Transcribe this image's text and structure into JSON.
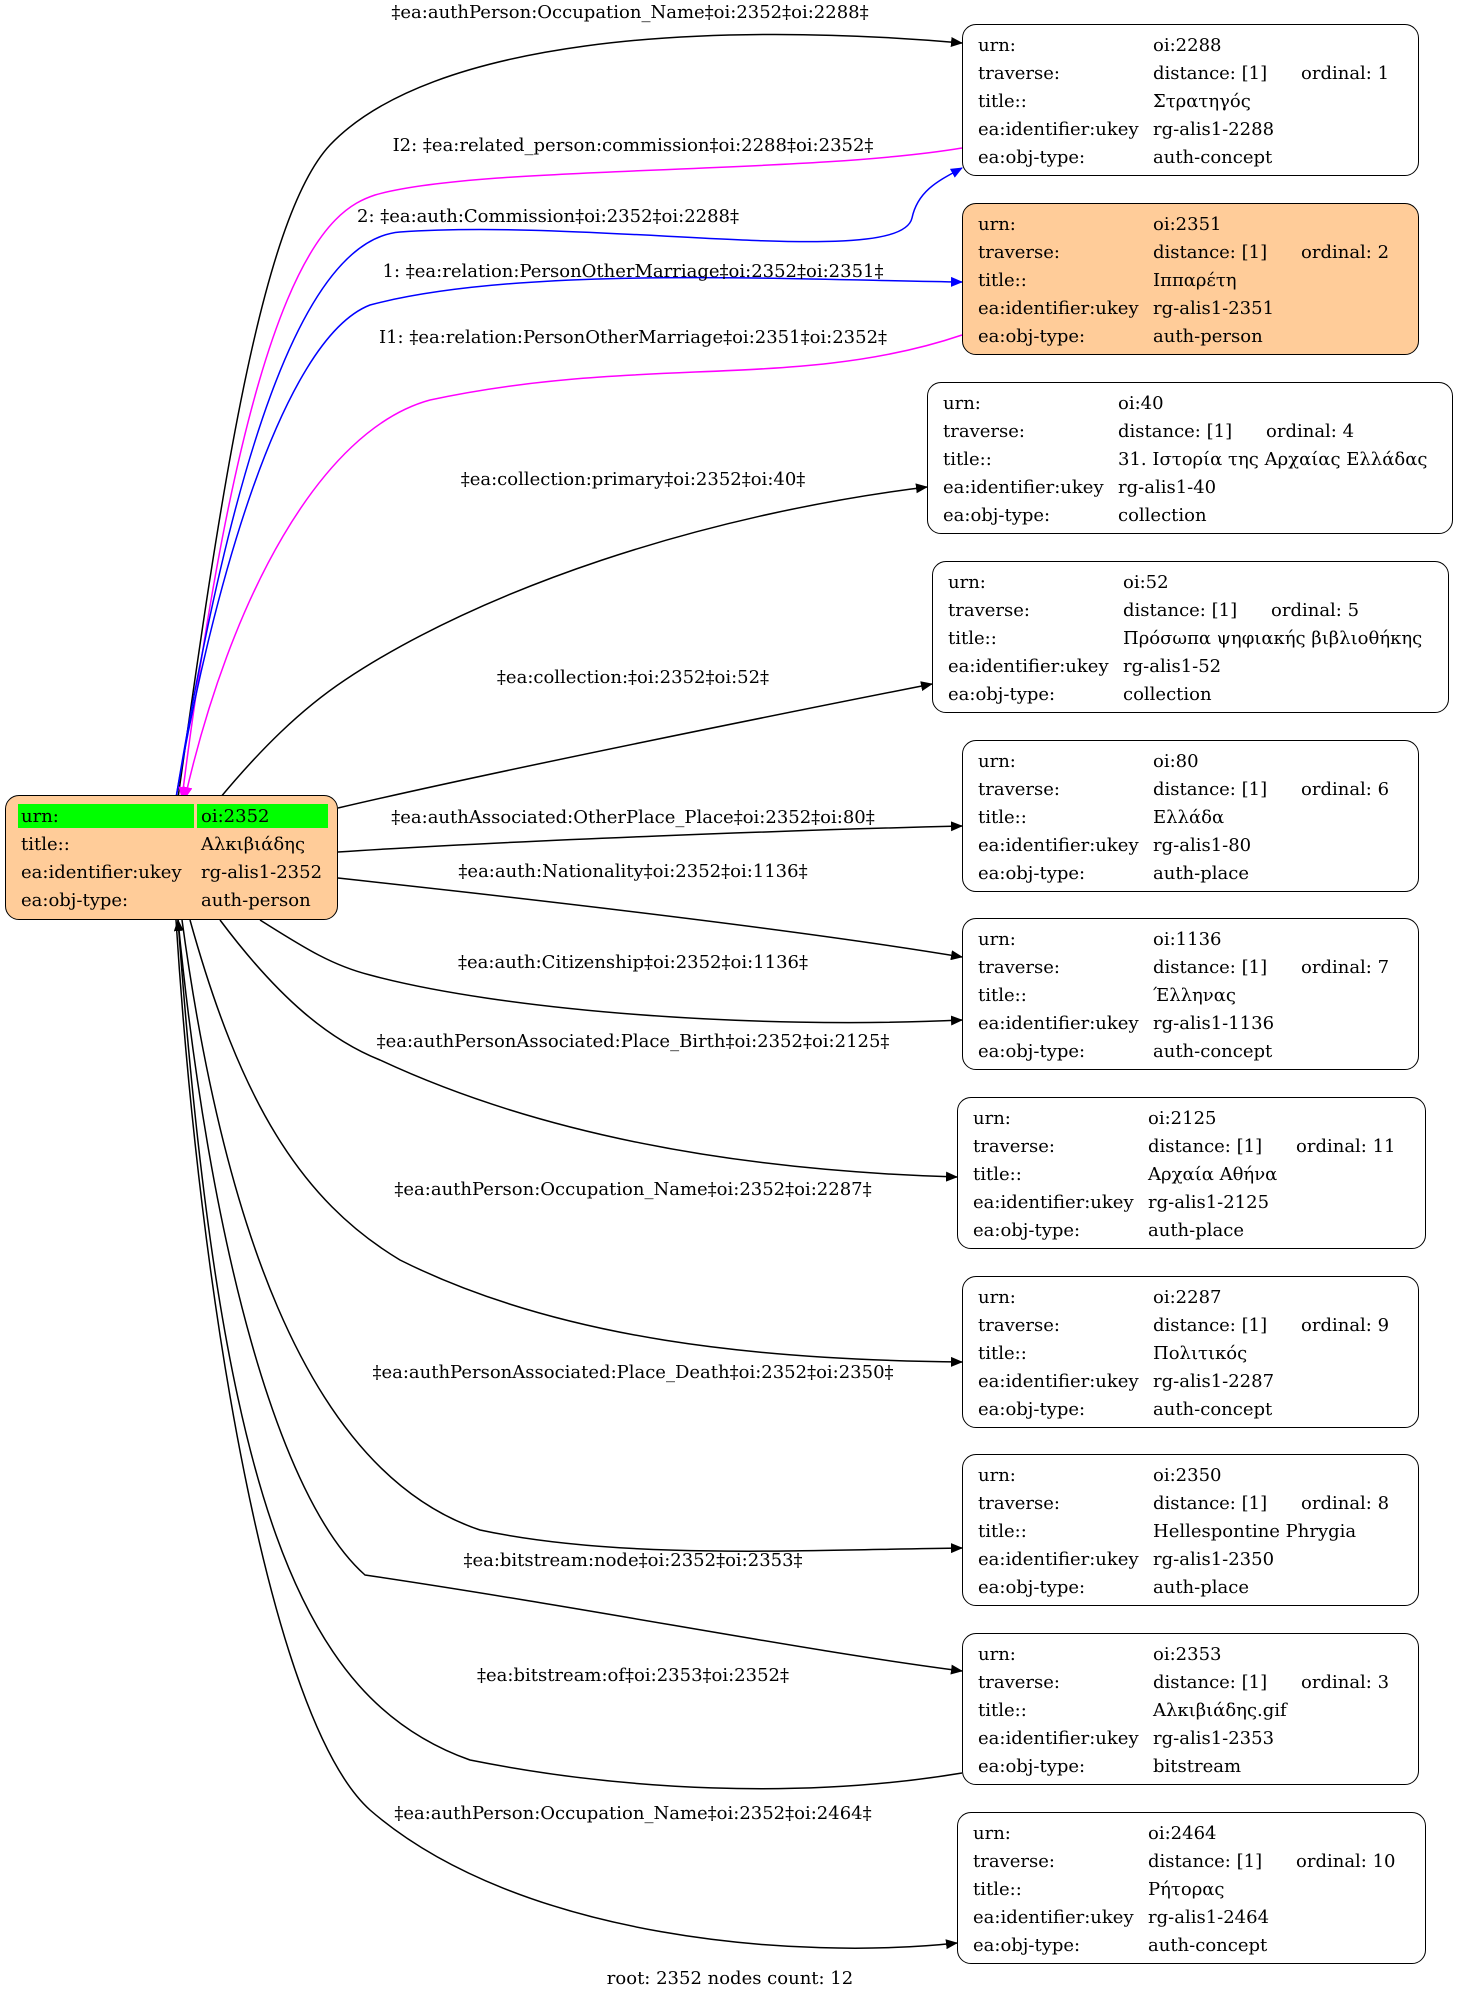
{
  "root": {
    "urn_label": "urn:",
    "urn": "oi:2352",
    "title_label": "title::",
    "title": "Αλκιβιάδης",
    "ukey_label": "ea:identifier:ukey",
    "ukey": "rg-alis1-2352",
    "type_label": "ea:obj-type:",
    "type": "auth-person"
  },
  "nodes": [
    {
      "urn": "oi:2288",
      "distance": "distance: [1]",
      "ordinal": "ordinal: 1",
      "title": "Στρατηγός",
      "ukey": "rg-alis1-2288",
      "type": "auth-concept"
    },
    {
      "urn": "oi:2351",
      "distance": "distance: [1]",
      "ordinal": "ordinal: 2",
      "title": "Ιππαρέτη",
      "ukey": "rg-alis1-2351",
      "type": "auth-person"
    },
    {
      "urn": "oi:40",
      "distance": "distance: [1]",
      "ordinal": "ordinal: 4",
      "title": "31. Ιστορία της Αρχαίας Ελλάδας",
      "ukey": "rg-alis1-40",
      "type": "collection"
    },
    {
      "urn": "oi:52",
      "distance": "distance: [1]",
      "ordinal": "ordinal: 5",
      "title": "Πρόσωπα ψηφιακής βιβλιοθήκης",
      "ukey": "rg-alis1-52",
      "type": "collection"
    },
    {
      "urn": "oi:80",
      "distance": "distance: [1]",
      "ordinal": "ordinal: 6",
      "title": "Ελλάδα",
      "ukey": "rg-alis1-80",
      "type": "auth-place"
    },
    {
      "urn": "oi:1136",
      "distance": "distance: [1]",
      "ordinal": "ordinal: 7",
      "title": "Έλληνας",
      "ukey": "rg-alis1-1136",
      "type": "auth-concept"
    },
    {
      "urn": "oi:2125",
      "distance": "distance: [1]",
      "ordinal": "ordinal: 11",
      "title": "Αρχαία Αθήνα",
      "ukey": "rg-alis1-2125",
      "type": "auth-place"
    },
    {
      "urn": "oi:2287",
      "distance": "distance: [1]",
      "ordinal": "ordinal: 9",
      "title": "Πολιτικός",
      "ukey": "rg-alis1-2287",
      "type": "auth-concept"
    },
    {
      "urn": "oi:2350",
      "distance": "distance: [1]",
      "ordinal": "ordinal: 8",
      "title": "Hellespontine Phrygia",
      "ukey": "rg-alis1-2350",
      "type": "auth-place"
    },
    {
      "urn": "oi:2353",
      "distance": "distance: [1]",
      "ordinal": "ordinal: 3",
      "title": "Αλκιβιάδης.gif",
      "ukey": "rg-alis1-2353",
      "type": "bitstream"
    },
    {
      "urn": "oi:2464",
      "distance": "distance: [1]",
      "ordinal": "ordinal: 10",
      "title": "Ρήτορας",
      "ukey": "rg-alis1-2464",
      "type": "auth-concept"
    }
  ],
  "field_labels": {
    "urn": "urn:",
    "traverse": "traverse:",
    "title": "title::",
    "ukey": "ea:identifier:ukey",
    "type": "ea:obj-type:"
  },
  "edges": [
    {
      "label": "‡ea:authPerson:Occupation_Name‡oi:2352‡oi:2288‡",
      "color": "#000000"
    },
    {
      "label": "I2: ‡ea:related_person:commission‡oi:2288‡oi:2352‡",
      "color": "#ff00ff"
    },
    {
      "label": "2: ‡ea:auth:Commission‡oi:2352‡oi:2288‡",
      "color": "#0000ff"
    },
    {
      "label": "1: ‡ea:relation:PersonOtherMarriage‡oi:2352‡oi:2351‡",
      "color": "#0000ff"
    },
    {
      "label": "I1: ‡ea:relation:PersonOtherMarriage‡oi:2351‡oi:2352‡",
      "color": "#ff00ff"
    },
    {
      "label": "‡ea:collection:primary‡oi:2352‡oi:40‡",
      "color": "#000000"
    },
    {
      "label": "‡ea:collection:‡oi:2352‡oi:52‡",
      "color": "#000000"
    },
    {
      "label": "‡ea:authAssociated:OtherPlace_Place‡oi:2352‡oi:80‡",
      "color": "#000000"
    },
    {
      "label": "‡ea:auth:Nationality‡oi:2352‡oi:1136‡",
      "color": "#000000"
    },
    {
      "label": "‡ea:auth:Citizenship‡oi:2352‡oi:1136‡",
      "color": "#000000"
    },
    {
      "label": "‡ea:authPersonAssociated:Place_Birth‡oi:2352‡oi:2125‡",
      "color": "#000000"
    },
    {
      "label": "‡ea:authPerson:Occupation_Name‡oi:2352‡oi:2287‡",
      "color": "#000000"
    },
    {
      "label": "‡ea:authPersonAssociated:Place_Death‡oi:2352‡oi:2350‡",
      "color": "#000000"
    },
    {
      "label": "‡ea:bitstream:node‡oi:2352‡oi:2353‡",
      "color": "#000000"
    },
    {
      "label": "‡ea:bitstream:of‡oi:2353‡oi:2352‡",
      "color": "#000000"
    },
    {
      "label": "‡ea:authPerson:Occupation_Name‡oi:2352‡oi:2464‡",
      "color": "#000000"
    }
  ],
  "colors": {
    "highlight_fill": "#ffcc99",
    "root_urn_highlight": "#00ff00"
  },
  "footer": "root: 2352 nodes count: 12"
}
